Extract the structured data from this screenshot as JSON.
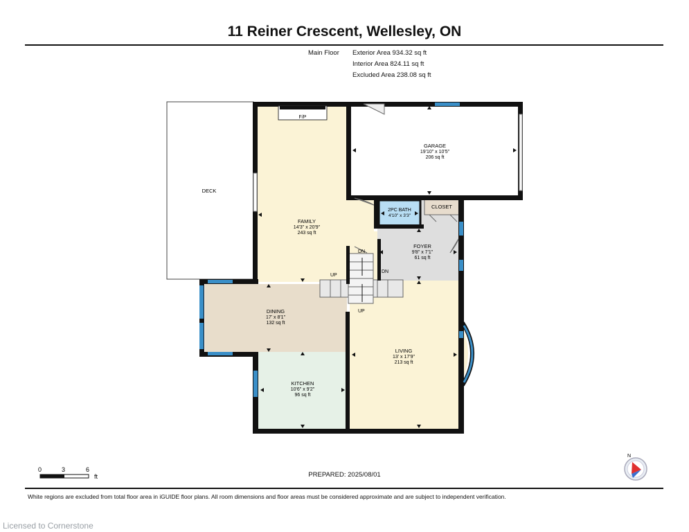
{
  "header": {
    "title": "11 Reiner Crescent, Wellesley, ON"
  },
  "stats": {
    "floor_label": "Main Floor",
    "exterior": "Exterior Area 934.32 sq ft",
    "interior": "Interior Area 824.11 sq ft",
    "excluded": "Excluded Area 238.08 sq ft"
  },
  "rooms": {
    "deck": {
      "name": "DECK"
    },
    "fireplace": {
      "name": "F/P"
    },
    "garage": {
      "name": "GARAGE",
      "dims": "19'10\" x 10'5\"",
      "area": "206 sq ft"
    },
    "family": {
      "name": "FAMILY",
      "dims": "14'3\" x 20'9\"",
      "area": "243 sq ft"
    },
    "bath": {
      "name": "2PC BATH",
      "dims": "4'10\" x 3'3\""
    },
    "closet": {
      "name": "CLOSET"
    },
    "foyer": {
      "name": "FOYER",
      "dims": "9'8\" x 7'1\"",
      "area": "61 sq ft"
    },
    "dining": {
      "name": "DINING",
      "dims": "17' x 8'1\"",
      "area": "132 sq ft"
    },
    "living": {
      "name": "LIVING",
      "dims": "13' x 17'9\"",
      "area": "213 sq ft"
    },
    "kitchen": {
      "name": "KITCHEN",
      "dims": "10'6\" x 9'2\"",
      "area": "96 sq ft"
    }
  },
  "stairs": {
    "dn1": "DN",
    "dn2": "DN",
    "up1": "UP",
    "up2": "UP"
  },
  "scale": {
    "t0": "0",
    "t3": "3",
    "t6": "6",
    "unit": "ft"
  },
  "compass": {
    "north": "N"
  },
  "footer": {
    "prepared": "PREPARED: 2025/08/01",
    "disclaimer": "White regions are excluded from total floor area in iGUIDE floor plans. All room dimensions and floor areas must be considered approximate and are subject to independent verification.",
    "licensed": "Licensed to Cornerstone"
  },
  "colors": {
    "family": "#fbf3d6",
    "living": "#fbf3d6",
    "dining": "#e8ddcb",
    "kitchen": "#e6f1e7",
    "foyer": "#dedede",
    "bath": "#b8def4",
    "closet": "#e7dccd",
    "wall": "#111111",
    "window": "#3a8fc8"
  }
}
